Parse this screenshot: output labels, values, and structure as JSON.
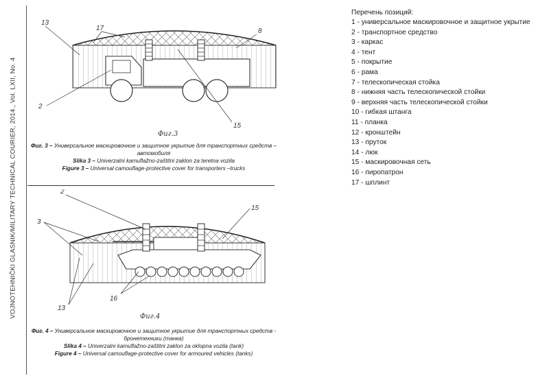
{
  "journal_spine": "VOJNOTEHNIČKI GLASNIK/MILITARY TECHNICAL COURIER, 2014., Vol. LXII, No. 4",
  "figure3": {
    "hand_label": "Фиг.3",
    "callouts": [
      "13",
      "17",
      "8",
      "2",
      "15"
    ],
    "caption_ru_label": "Фиг. 3 –",
    "caption_ru": "Универсальное маскировочное и защитное укрытие для транспортных средств – автомобиля",
    "caption_sr_label": "Slika 3 –",
    "caption_sr": "Univerzalni kamuflažno-zaštitni zaklon za teretna vozila",
    "caption_en_label": "Figure 3 –",
    "caption_en": "Universal camouflage-protective cover for transporters –trucks"
  },
  "figure4": {
    "hand_label": "Фиг.4",
    "callouts": [
      "2",
      "15",
      "3",
      "16",
      "13"
    ],
    "caption_ru_label": "Фиг. 4 –",
    "caption_ru": "Универсальное маскировочное и защитное укрытие для транспортных средств - бронетехники (танка)",
    "caption_sr_label": "Slika 4 –",
    "caption_sr": "Univerzalni kamuflažno-zaštitni zaklon za oklopna vozila (tank)",
    "caption_en_label": "Figure 4 –",
    "caption_en": "Universal camouflage-protective cover for armoured vehicles (tanks)"
  },
  "legend": {
    "title": "Перечень позиций:",
    "items": [
      "1 - универсальное маскировочное и защитное укрытие",
      "2 - транспортное средство",
      "3 - каркас",
      "4 - тент",
      "5 - покрытие",
      "6 - рама",
      "7 - телескопическая стойка",
      "8 - нижняя часть телескопической стойки",
      "9 - верхняя часть телескопической стойки",
      "10 - гибкая штанга",
      "11 - планка",
      "12 - кронштейн",
      "13 - пруток",
      "14 - люк",
      "15 - маскировочная сеть",
      "16 - пиропатрон",
      "17 - шплинт"
    ]
  }
}
